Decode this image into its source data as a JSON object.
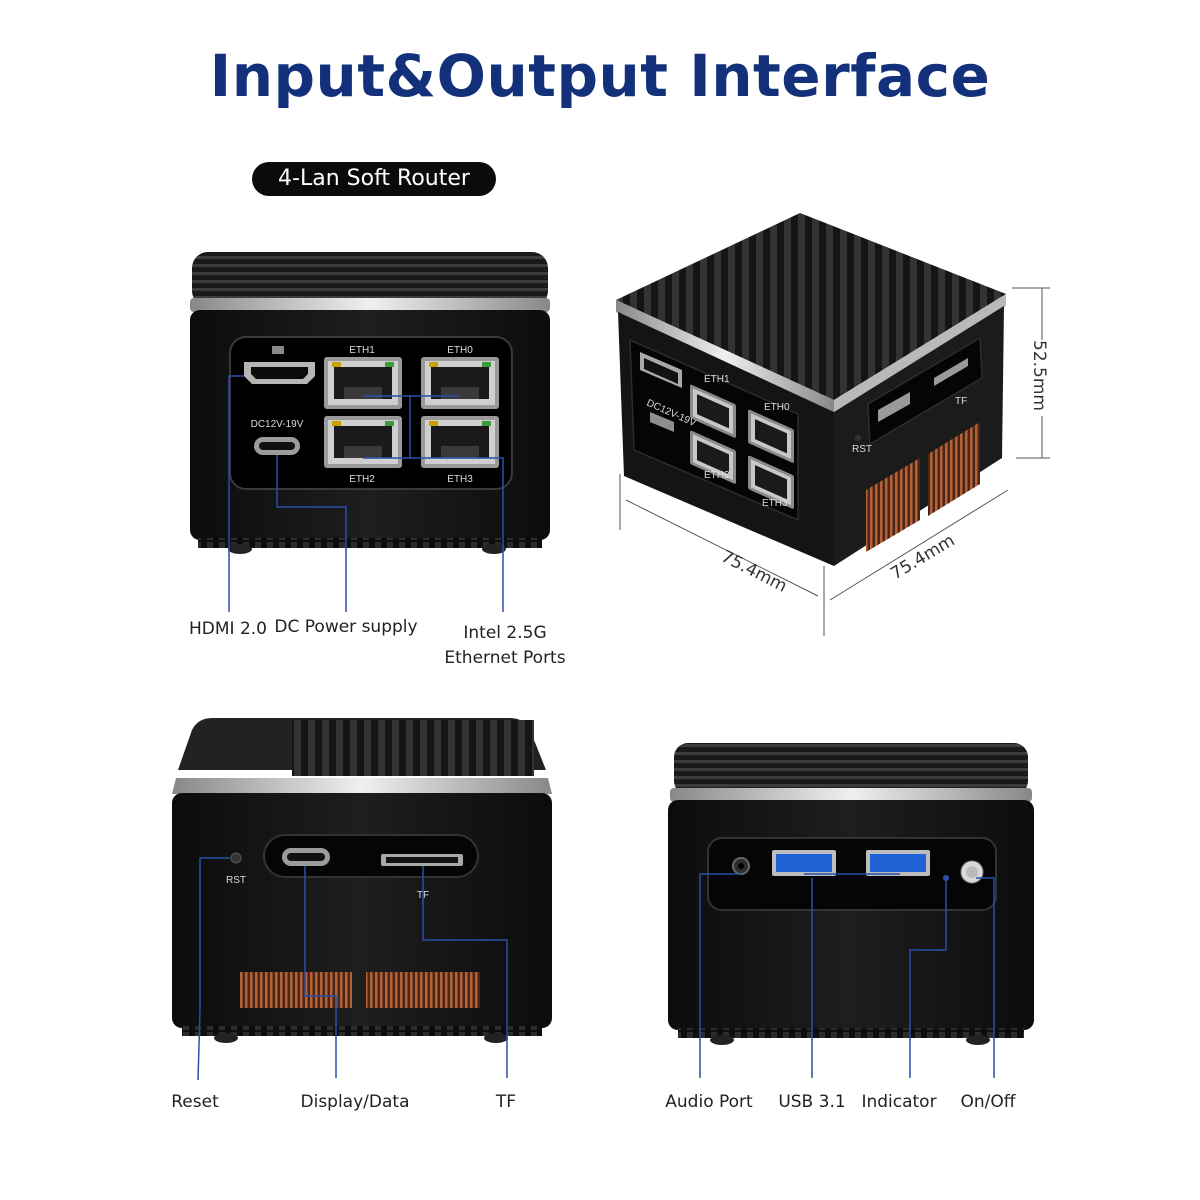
{
  "title": "Input&Output Interface",
  "badge": "4-Lan Soft Router",
  "front_panel": {
    "eth_labels": [
      "ETH1",
      "ETH0",
      "ETH2",
      "ETH3"
    ],
    "dc_label": "DC12V-19V"
  },
  "iso_view": {
    "eth_labels": [
      "ETH1",
      "ETH0",
      "ETH2",
      "ETH3"
    ],
    "dc_label": "DC12V-19V",
    "rst_label": "RST",
    "tf_label": "TF"
  },
  "dimensions": {
    "width": "75.4mm",
    "depth": "75.4mm",
    "height": "52.5mm"
  },
  "side_panel": {
    "rst_label": "RST",
    "tf_label": "TF"
  },
  "callouts": {
    "hdmi": "HDMI 2.0",
    "dc": "DC Power supply",
    "ethernet_line1": "Intel 2.5G",
    "ethernet_line2": "Ethernet Ports",
    "reset": "Reset",
    "display": "Display/Data",
    "tf": "TF",
    "audio": "Audio Port",
    "usb": "USB 3.1",
    "indicator": "Indicator",
    "onoff": "On/Off"
  },
  "colors": {
    "title": "#13317a",
    "leader_line": "#2a4ea8",
    "device_body": "#111111"
  },
  "icons": [
    "hdmi-icon",
    "ethernet-port-icon",
    "usb-c-icon",
    "usb3-icon",
    "power-icon",
    "headphone-icon",
    "led-icon"
  ]
}
